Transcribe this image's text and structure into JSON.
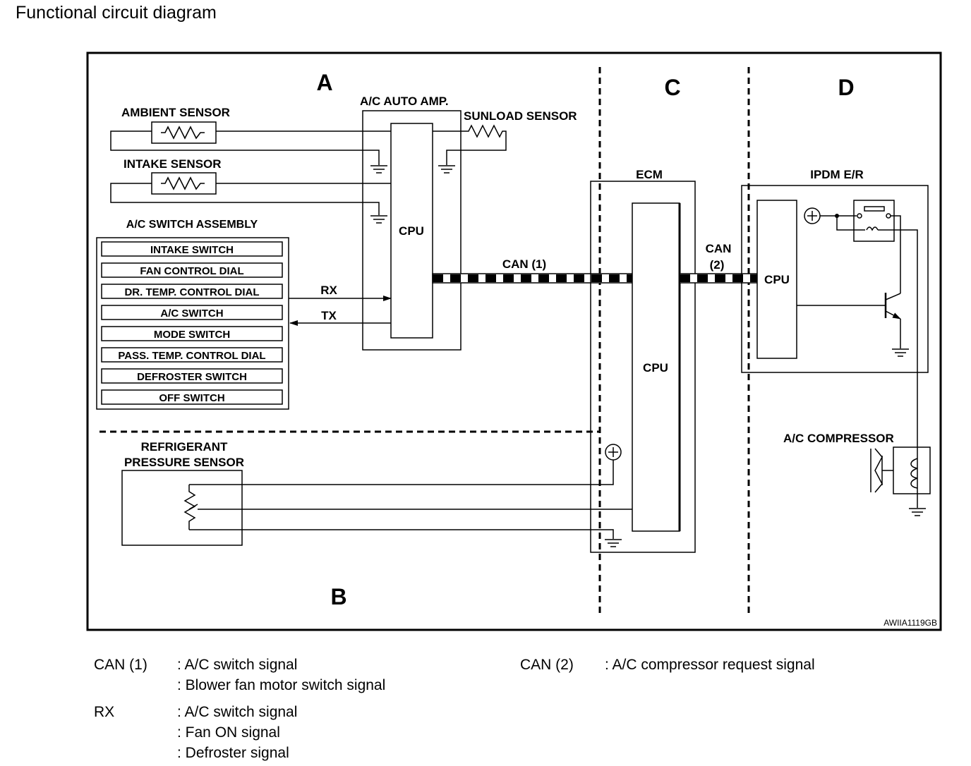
{
  "title": "Functional circuit diagram",
  "regions": {
    "a": "A",
    "b": "B",
    "c": "C",
    "d": "D"
  },
  "sensors": {
    "ambient": "AMBIENT SENSOR",
    "intake": "INTAKE SENSOR",
    "sunload": "SUNLOAD SENSOR",
    "refrigerant_line1": "REFRIGERANT",
    "refrigerant_line2": "PRESSURE SENSOR"
  },
  "units": {
    "auto_amp": "A/C AUTO AMP.",
    "ecm": "ECM",
    "ipdm": "IPDM E/R",
    "cpu": "CPU",
    "compressor": "A/C COMPRESSOR"
  },
  "switch_assembly": {
    "title": "A/C SWITCH ASSEMBLY",
    "items": [
      "INTAKE SWITCH",
      "FAN CONTROL DIAL",
      "DR. TEMP. CONTROL DIAL",
      "A/C SWITCH",
      "MODE SWITCH",
      "PASS. TEMP. CONTROL DIAL",
      "DEFROSTER SWITCH",
      "OFF SWITCH"
    ]
  },
  "signals": {
    "rx": "RX",
    "tx": "TX",
    "can1": "CAN (1)",
    "can2_line1": "CAN",
    "can2_line2": "(2)"
  },
  "code": "AWIIA1119GB",
  "legend": {
    "can1": {
      "key": "CAN (1)",
      "values": [
        ": A/C switch signal",
        ": Blower fan motor switch signal"
      ]
    },
    "rx": {
      "key": "RX",
      "values": [
        ": A/C switch signal",
        ": Fan ON signal",
        ": Defroster signal"
      ]
    },
    "can2": {
      "key": "CAN (2)",
      "values": [
        ": A/C compressor request signal"
      ]
    }
  }
}
